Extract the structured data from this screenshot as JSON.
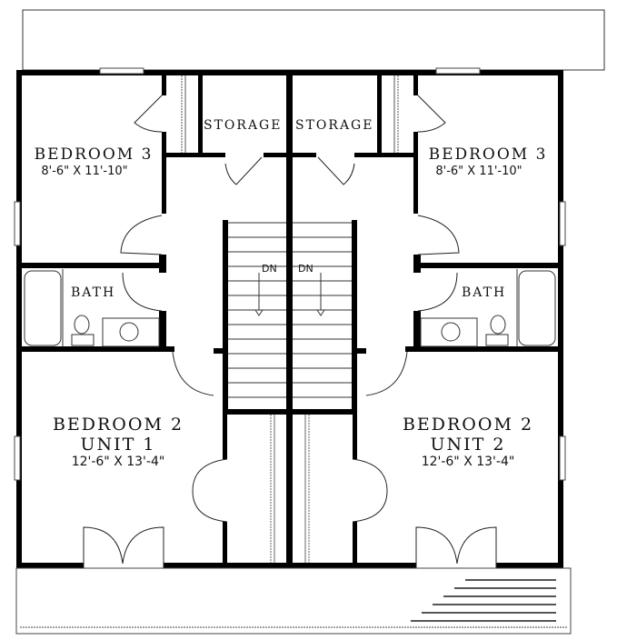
{
  "rooms": {
    "storage_left": "STORAGE",
    "storage_right": "STORAGE",
    "bedroom3_left": {
      "name": "BEDROOM 3",
      "size": "8'-6\" X 11'-10\""
    },
    "bedroom3_right": {
      "name": "BEDROOM 3",
      "size": "8'-6\" X 11'-10\""
    },
    "bath_left": "BATH",
    "bath_right": "BATH",
    "bedroom2_unit1": {
      "name": "BEDROOM 2",
      "unit": "UNIT 1",
      "size": "12'-6\" X 13'-4\""
    },
    "bedroom2_unit2": {
      "name": "BEDROOM 2",
      "unit": "UNIT 2",
      "size": "12'-6\" X 13'-4\""
    }
  },
  "stairs": {
    "left": "DN",
    "right": "DN"
  },
  "colors": {
    "wall": "#000000",
    "line": "#222222",
    "background": "#ffffff"
  }
}
